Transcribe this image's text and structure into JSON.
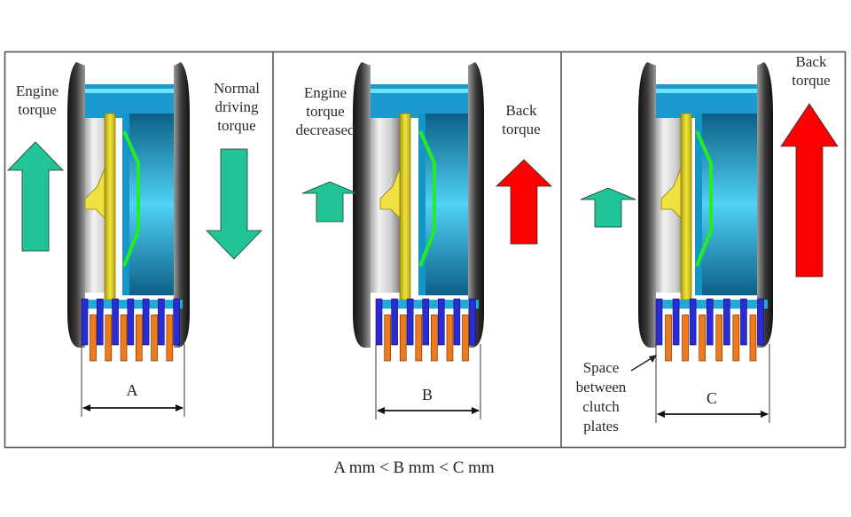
{
  "diagram": {
    "caption": "A mm < B mm < C mm",
    "colors": {
      "engine_arrow": "#20c497",
      "back_arrow": "#ff0000",
      "drive_plate": "#2b2bd6",
      "driven_plate": "#f07a1a",
      "spring": "#22ee22",
      "pressure_plate": "#e6d21a",
      "housing": "#1b9ad0"
    },
    "panels": [
      {
        "id": "A",
        "left_label": [
          "Engine",
          "torque"
        ],
        "right_label": [
          "Normal",
          "driving",
          "torque"
        ],
        "engine_arrow": {
          "direction": "up",
          "magnitude": "large"
        },
        "right_arrow": {
          "direction": "down",
          "magnitude": "large",
          "type": "normal-driving"
        },
        "dimension_label": "A",
        "annotation": []
      },
      {
        "id": "B",
        "left_label": [
          "Engine",
          "torque",
          "decreased"
        ],
        "right_label": [
          "Back",
          "torque"
        ],
        "engine_arrow": {
          "direction": "up",
          "magnitude": "small"
        },
        "right_arrow": {
          "direction": "up",
          "magnitude": "medium",
          "type": "back"
        },
        "dimension_label": "B",
        "annotation": []
      },
      {
        "id": "C",
        "left_label": [],
        "right_label": [
          "Back",
          "torque"
        ],
        "engine_arrow": {
          "direction": "up",
          "magnitude": "small"
        },
        "right_arrow": {
          "direction": "up",
          "magnitude": "large",
          "type": "back"
        },
        "dimension_label": "C",
        "annotation": [
          "Space",
          "between",
          "clutch",
          "plates"
        ]
      }
    ]
  }
}
